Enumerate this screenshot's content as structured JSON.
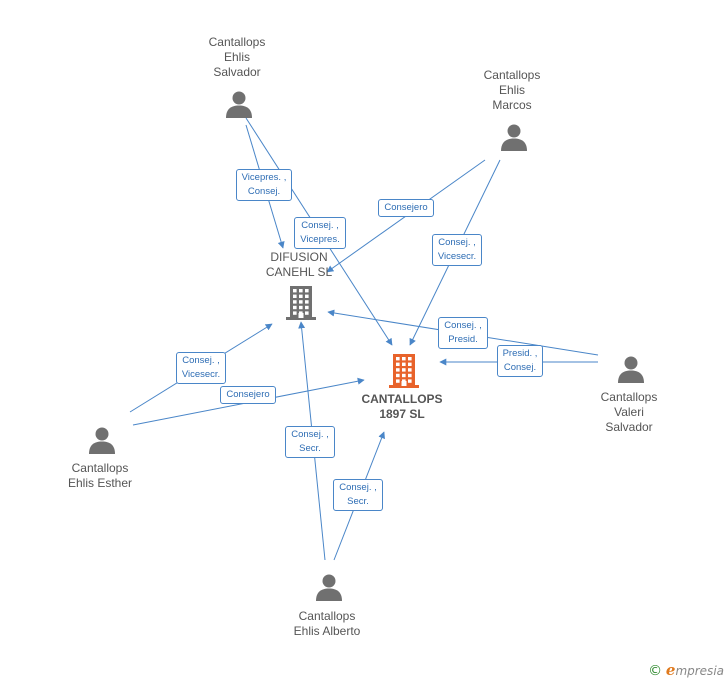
{
  "nodes": [
    {
      "id": "ehlis_salvador",
      "type": "person",
      "label": "Cantallops\nEhlis\nSalvador"
    },
    {
      "id": "ehlis_marcos",
      "type": "person",
      "label": "Cantallops\nEhlis\nMarcos"
    },
    {
      "id": "difusion",
      "type": "company",
      "label": "DIFUSION\nCANEHL SL"
    },
    {
      "id": "cantallops_1897",
      "type": "company-main",
      "label": "CANTALLOPS\n1897 SL"
    },
    {
      "id": "valeri_salvador",
      "type": "person",
      "label": "Cantallops\nValeri\nSalvador"
    },
    {
      "id": "ehlis_esther",
      "type": "person",
      "label": "Cantallops\nEhlis Esther"
    },
    {
      "id": "ehlis_alberto",
      "type": "person",
      "label": "Cantallops\nEhlis Alberto"
    }
  ],
  "edges": [
    {
      "from": "ehlis_salvador",
      "to": "difusion",
      "label": "Vicepres. ,\nConsej."
    },
    {
      "from": "ehlis_salvador",
      "to": "cantallops_1897",
      "label": "Consej. ,\nVicepres."
    },
    {
      "from": "ehlis_marcos",
      "to": "difusion",
      "label": "Consejero"
    },
    {
      "from": "ehlis_marcos",
      "to": "cantallops_1897",
      "label": "Consej. ,\nVicesecr."
    },
    {
      "from": "valeri_salvador",
      "to": "difusion",
      "label": "Consej. ,\nPresid."
    },
    {
      "from": "valeri_salvador",
      "to": "cantallops_1897",
      "label": "Presid. ,\nConsej."
    },
    {
      "from": "ehlis_esther",
      "to": "difusion",
      "label": "Consej. ,\nVicesecr."
    },
    {
      "from": "ehlis_esther",
      "to": "cantallops_1897",
      "label": "Consejero"
    },
    {
      "from": "ehlis_alberto",
      "to": "difusion",
      "label": "Consej. ,\nSecr."
    },
    {
      "from": "ehlis_alberto",
      "to": "cantallops_1897",
      "label": "Consej. ,\nSecr."
    }
  ],
  "colors": {
    "edge": "#4a86c8",
    "person_icon": "#707070",
    "company_icon": "#707070",
    "main_company_icon": "#e8632b"
  },
  "footer": {
    "copyright_symbol": "©",
    "brand_initial": "e",
    "brand_rest": "mpresia"
  }
}
